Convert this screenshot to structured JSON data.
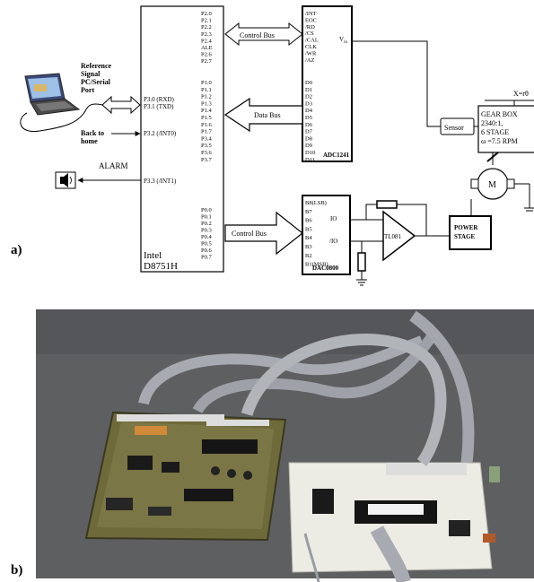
{
  "labels": {
    "a": "a)",
    "b": "b)"
  },
  "mcu": {
    "name_line1": "Intel",
    "name_line2": "D8751H",
    "p2_pins": [
      "P2.0",
      "P2.1",
      "P2.2",
      "P2.3",
      "P2.4",
      "ALE",
      "P2.6",
      "P2.7"
    ],
    "p1_pins": [
      "P1.0",
      "P1.1",
      "P1.2",
      "P1.3",
      "P1.4",
      "P1.5",
      "P1.6",
      "P1.7",
      "P3.4",
      "P3.5",
      "P3.6",
      "P3.7"
    ],
    "p0_pins": [
      "P0.0",
      "P0.1",
      "P0.2",
      "P0.3",
      "P0.4",
      "P0.5",
      "P0.6",
      "P0.7"
    ],
    "p3_rxd": "P3.0 (RXD)",
    "p3_txd": "P3.1 (TXD)",
    "p3_int0": "P3.2 (/INT0)",
    "p3_int1": "P3.3 (/INT1)"
  },
  "adc": {
    "name": "ADC1241",
    "ctrl_pins": [
      "/INT",
      "EOC",
      "/RD",
      "/CS",
      "/CAL",
      "CLK",
      "/WR",
      "/AZ"
    ],
    "data_pins": [
      "D0",
      "D1",
      "D2",
      "D3",
      "D4",
      "D5",
      "D6",
      "D7",
      "D8",
      "D9",
      "D10",
      "D11"
    ],
    "vin": "V",
    "vin_sub": "in"
  },
  "dac": {
    "name": "DAC0800",
    "pins": [
      "B8(LSB)",
      "B7",
      "B6",
      "B5",
      "B4",
      "B3",
      "B2",
      "B1(MSB)"
    ],
    "io": "IO",
    "nio": "/IO"
  },
  "buses": {
    "control_top": "Control Bus",
    "data": "Data Bus",
    "control_bottom": "Control Bus"
  },
  "pc": {
    "line1": "Reference",
    "line2": "Signal",
    "line3": "PC/Serial",
    "line4": "Port"
  },
  "home": {
    "line1": "Back to",
    "line2": "home"
  },
  "alarm": "ALARM",
  "opamp": "TL081",
  "power_stage": {
    "line1": "POWER",
    "line2": "STAGE"
  },
  "sensor": "Sensor",
  "gearbox": {
    "line1": "GEAR BOX",
    "line2": "2340:1,",
    "line3": "6 STAGE",
    "line4": "ω =7.5 RPM"
  },
  "motor": "M",
  "x_label": "X=rθ",
  "colors": {
    "photo_bg": "#5e5f61",
    "board_green": "#6e6a3a",
    "cable": "#a7abb1",
    "white_board": "#ecebe4"
  }
}
